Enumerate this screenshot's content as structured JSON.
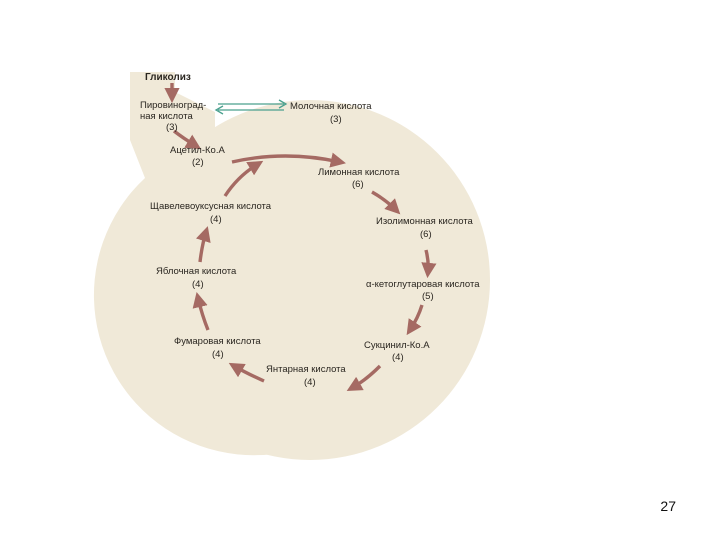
{
  "diagram": {
    "colors": {
      "background": "#f0e9d8",
      "arrow": "#a56a63",
      "double_arrow": "#4aa08e",
      "text": "#2a2620"
    },
    "nodes": {
      "glycolysis": {
        "label": "Гликолиз"
      },
      "pyruvate": {
        "label_line1": "Пировиноград-",
        "label_line2": "ная кислота",
        "number": "(3)"
      },
      "lactate": {
        "label": "Молочная кислота",
        "number": "(3)"
      },
      "acetyl_coa": {
        "label": "Ацетил-Ко.А",
        "number": "(2)"
      },
      "citric": {
        "label": "Лимонная кислота",
        "number": "(6)"
      },
      "isocitric": {
        "label": "Изолимонная кислота",
        "number": "(6)"
      },
      "ketoglutaric": {
        "label": "α-кетоглутаровая кислота",
        "number": "(5)"
      },
      "succinyl_coa": {
        "label": "Сукцинил-Ко.А",
        "number": "(4)"
      },
      "succinic": {
        "label": "Янтарная кислота",
        "number": "(4)"
      },
      "fumaric": {
        "label": "Фумаровая кислота",
        "number": "(4)"
      },
      "malic": {
        "label": "Яблочная кислота",
        "number": "(4)"
      },
      "oxaloacetic": {
        "label": "Щавелевоуксусная кислота",
        "number": "(4)"
      }
    }
  },
  "page": {
    "number": "27"
  }
}
